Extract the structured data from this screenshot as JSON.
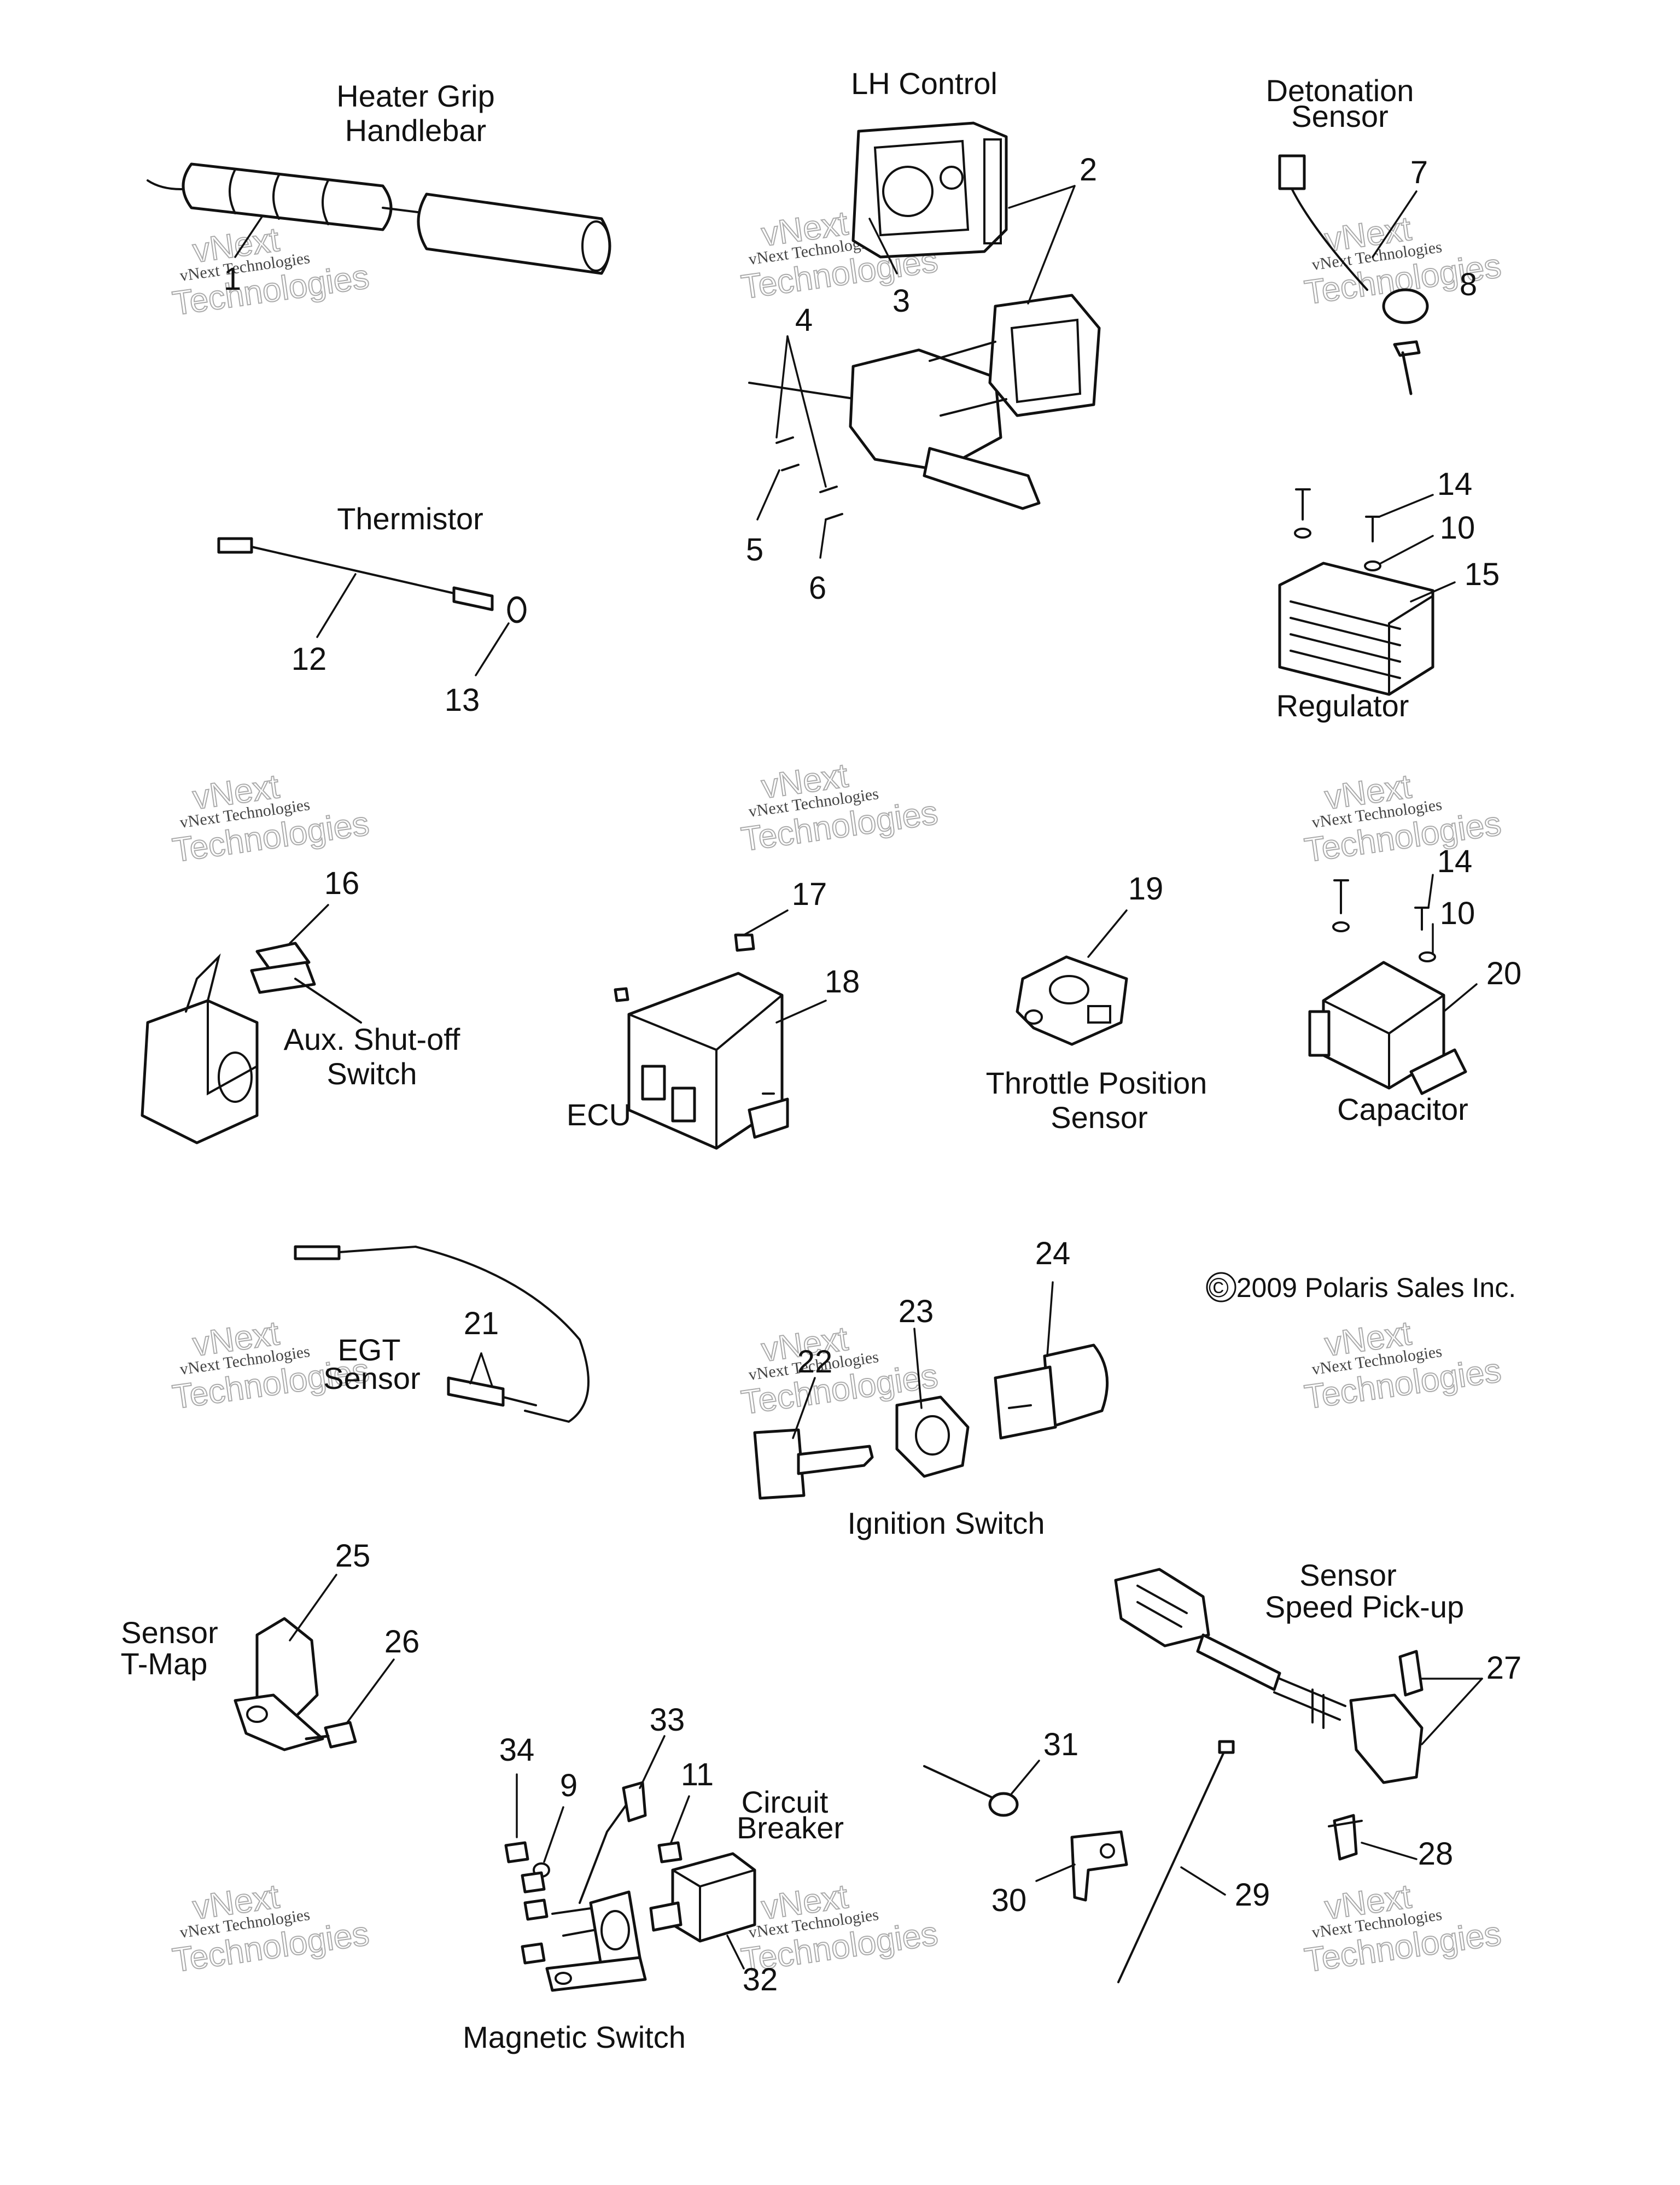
{
  "captions": {
    "heater_grip_1": "Heater Grip",
    "heater_grip_2": "Handlebar",
    "lh_control": "LH Control",
    "detonation_1": "Detonation",
    "detonation_2": "Sensor",
    "thermistor": "Thermistor",
    "regulator": "Regulator",
    "aux_1": "Aux. Shut-off",
    "aux_2": "Switch",
    "ecu": "ECU",
    "tps_1": "Throttle Position",
    "tps_2": "Sensor",
    "capacitor": "Capacitor",
    "egt_1": "EGT",
    "egt_2": "Sensor",
    "ignition": "Ignition Switch",
    "tmap_1": "Sensor",
    "tmap_2": "T-Map",
    "speed_1": "Sensor",
    "speed_2": "Speed Pick-up",
    "circuit_1": "Circuit",
    "circuit_2": "Breaker",
    "magnetic": "Magnetic Switch"
  },
  "copyright": "© 2009 Polaris Sales Inc.",
  "watermark": {
    "line1": "vNext Technologies",
    "line2": "vNext",
    "line3": "Technologies"
  },
  "callouts": {
    "n1": "1",
    "n2": "2",
    "n3": "3",
    "n4": "4",
    "n5": "5",
    "n6": "6",
    "n7": "7",
    "n8": "8",
    "n9": "9",
    "n10a": "10",
    "n10b": "10",
    "n11": "11",
    "n12": "12",
    "n13": "13",
    "n14a": "14",
    "n14b": "14",
    "n15": "15",
    "n16": "16",
    "n17": "17",
    "n18": "18",
    "n19": "19",
    "n20": "20",
    "n21": "21",
    "n22": "22",
    "n23": "23",
    "n24": "24",
    "n25": "25",
    "n26": "26",
    "n27": "27",
    "n28": "28",
    "n29": "29",
    "n30": "30",
    "n31": "31",
    "n32": "32",
    "n33": "33",
    "n34": "34"
  }
}
